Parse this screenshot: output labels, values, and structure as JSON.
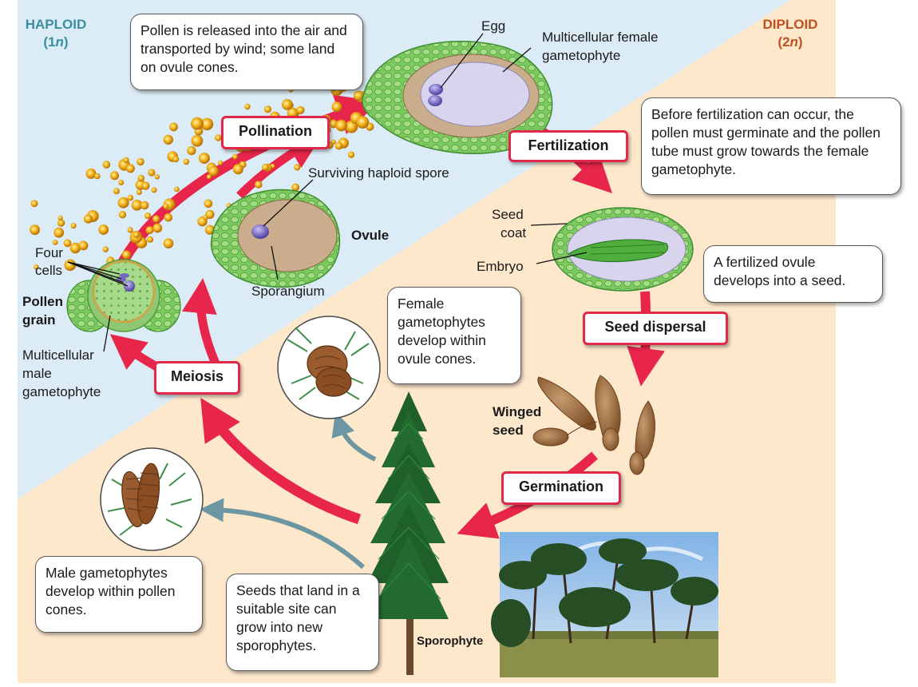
{
  "regions": {
    "haploid": {
      "label": "HAPLOID",
      "count": "(1",
      "n": "n",
      "close": ")",
      "color": "#3a8fa0"
    },
    "diploid": {
      "label": "DIPLOID",
      "count": "(2",
      "n": "n",
      "close": ")",
      "color": "#c0501e"
    }
  },
  "stages": {
    "pollination": "Pollination",
    "fertilization": "Fertilization",
    "seed_dispersal": "Seed dispersal",
    "germination": "Germination",
    "meiosis": "Meiosis"
  },
  "callouts": {
    "pollen_release": "Pollen is released into the air and transported by wind; some land on ovule cones.",
    "before_fertilization": "Before fertilization can occur, the pollen must germinate and the pollen tube must grow towards the female gametophyte.",
    "fertilized_ovule": "A fertilized ovule develops into a seed.",
    "female_gametophytes": "Female gametophytes develop within ovule cones.",
    "male_gametophytes": "Male gametophytes develop within pollen cones.",
    "seeds_land": "Seeds that land in a suitable site can grow into new sporophytes."
  },
  "labels": {
    "egg": "Egg",
    "female_gametophyte_1": "Multicellular female",
    "female_gametophyte_2": "gametophyte",
    "surviving_spore": "Surviving haploid spore",
    "ovule": "Ovule",
    "sporangium": "Sporangium",
    "four_cells_1": "Four",
    "four_cells_2": "cells",
    "pollen_grain_1": "Pollen",
    "pollen_grain_2": "grain",
    "male_gametophyte_1": "Multicellular",
    "male_gametophyte_2": "male",
    "male_gametophyte_3": "gametophyte",
    "seed_coat_1": "Seed",
    "seed_coat_2": "coat",
    "embryo": "Embryo",
    "winged_seed_1": "Winged",
    "winged_seed_2": "seed",
    "sporophyte": "Sporophyte"
  },
  "colors": {
    "haploid_bg": "#dcecf6",
    "diploid_bg": "#fde8cc",
    "arrow": "#e8254a",
    "teal_arrow": "#6c97a2",
    "ovule_green": "#6fc35a",
    "sporangium_tan": "#c9ad8c",
    "gametophyte_lavender": "#d9d4ee",
    "pollen_yellow": "#f2b51e"
  }
}
